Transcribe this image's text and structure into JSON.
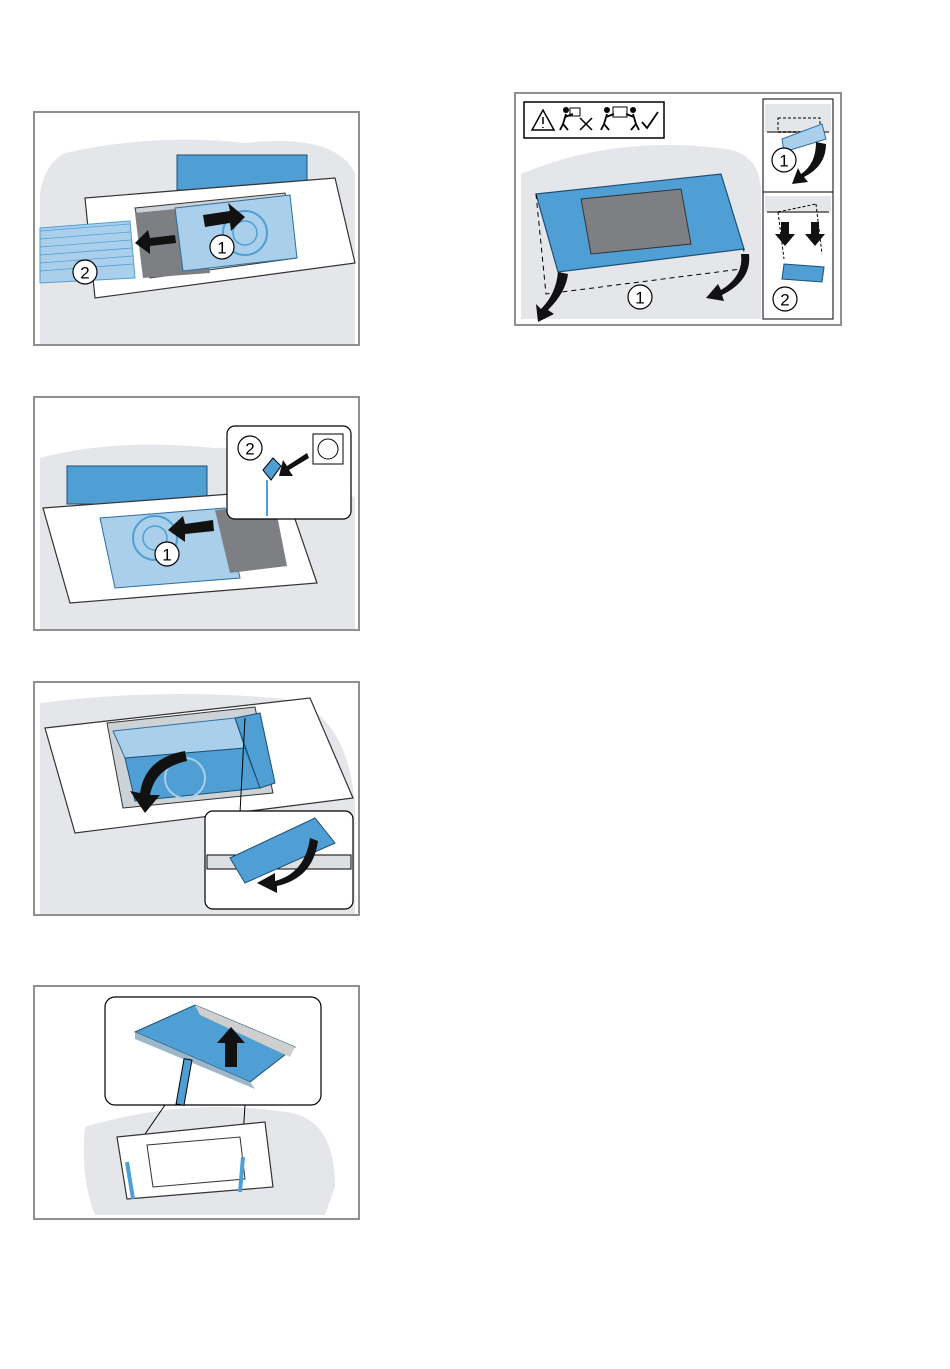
{
  "figures": [
    {
      "id": "fig1",
      "callouts": [
        "1",
        "2"
      ]
    },
    {
      "id": "fig2",
      "callouts": [
        "1",
        "2"
      ]
    },
    {
      "id": "fig3",
      "callouts": []
    },
    {
      "id": "fig4",
      "callouts": []
    },
    {
      "id": "fig5",
      "callouts": [
        "1",
        "1",
        "2"
      ]
    }
  ],
  "colors": {
    "appliance_blue": "#4f9fd4",
    "light_blue": "#a9cfeb",
    "background_gray": "#e4e6ea",
    "frame_border": "#8f8f8f"
  },
  "icons": [
    "warning-triangle-icon",
    "single-person-lift-crossed-icon",
    "two-person-lift-check-icon"
  ]
}
